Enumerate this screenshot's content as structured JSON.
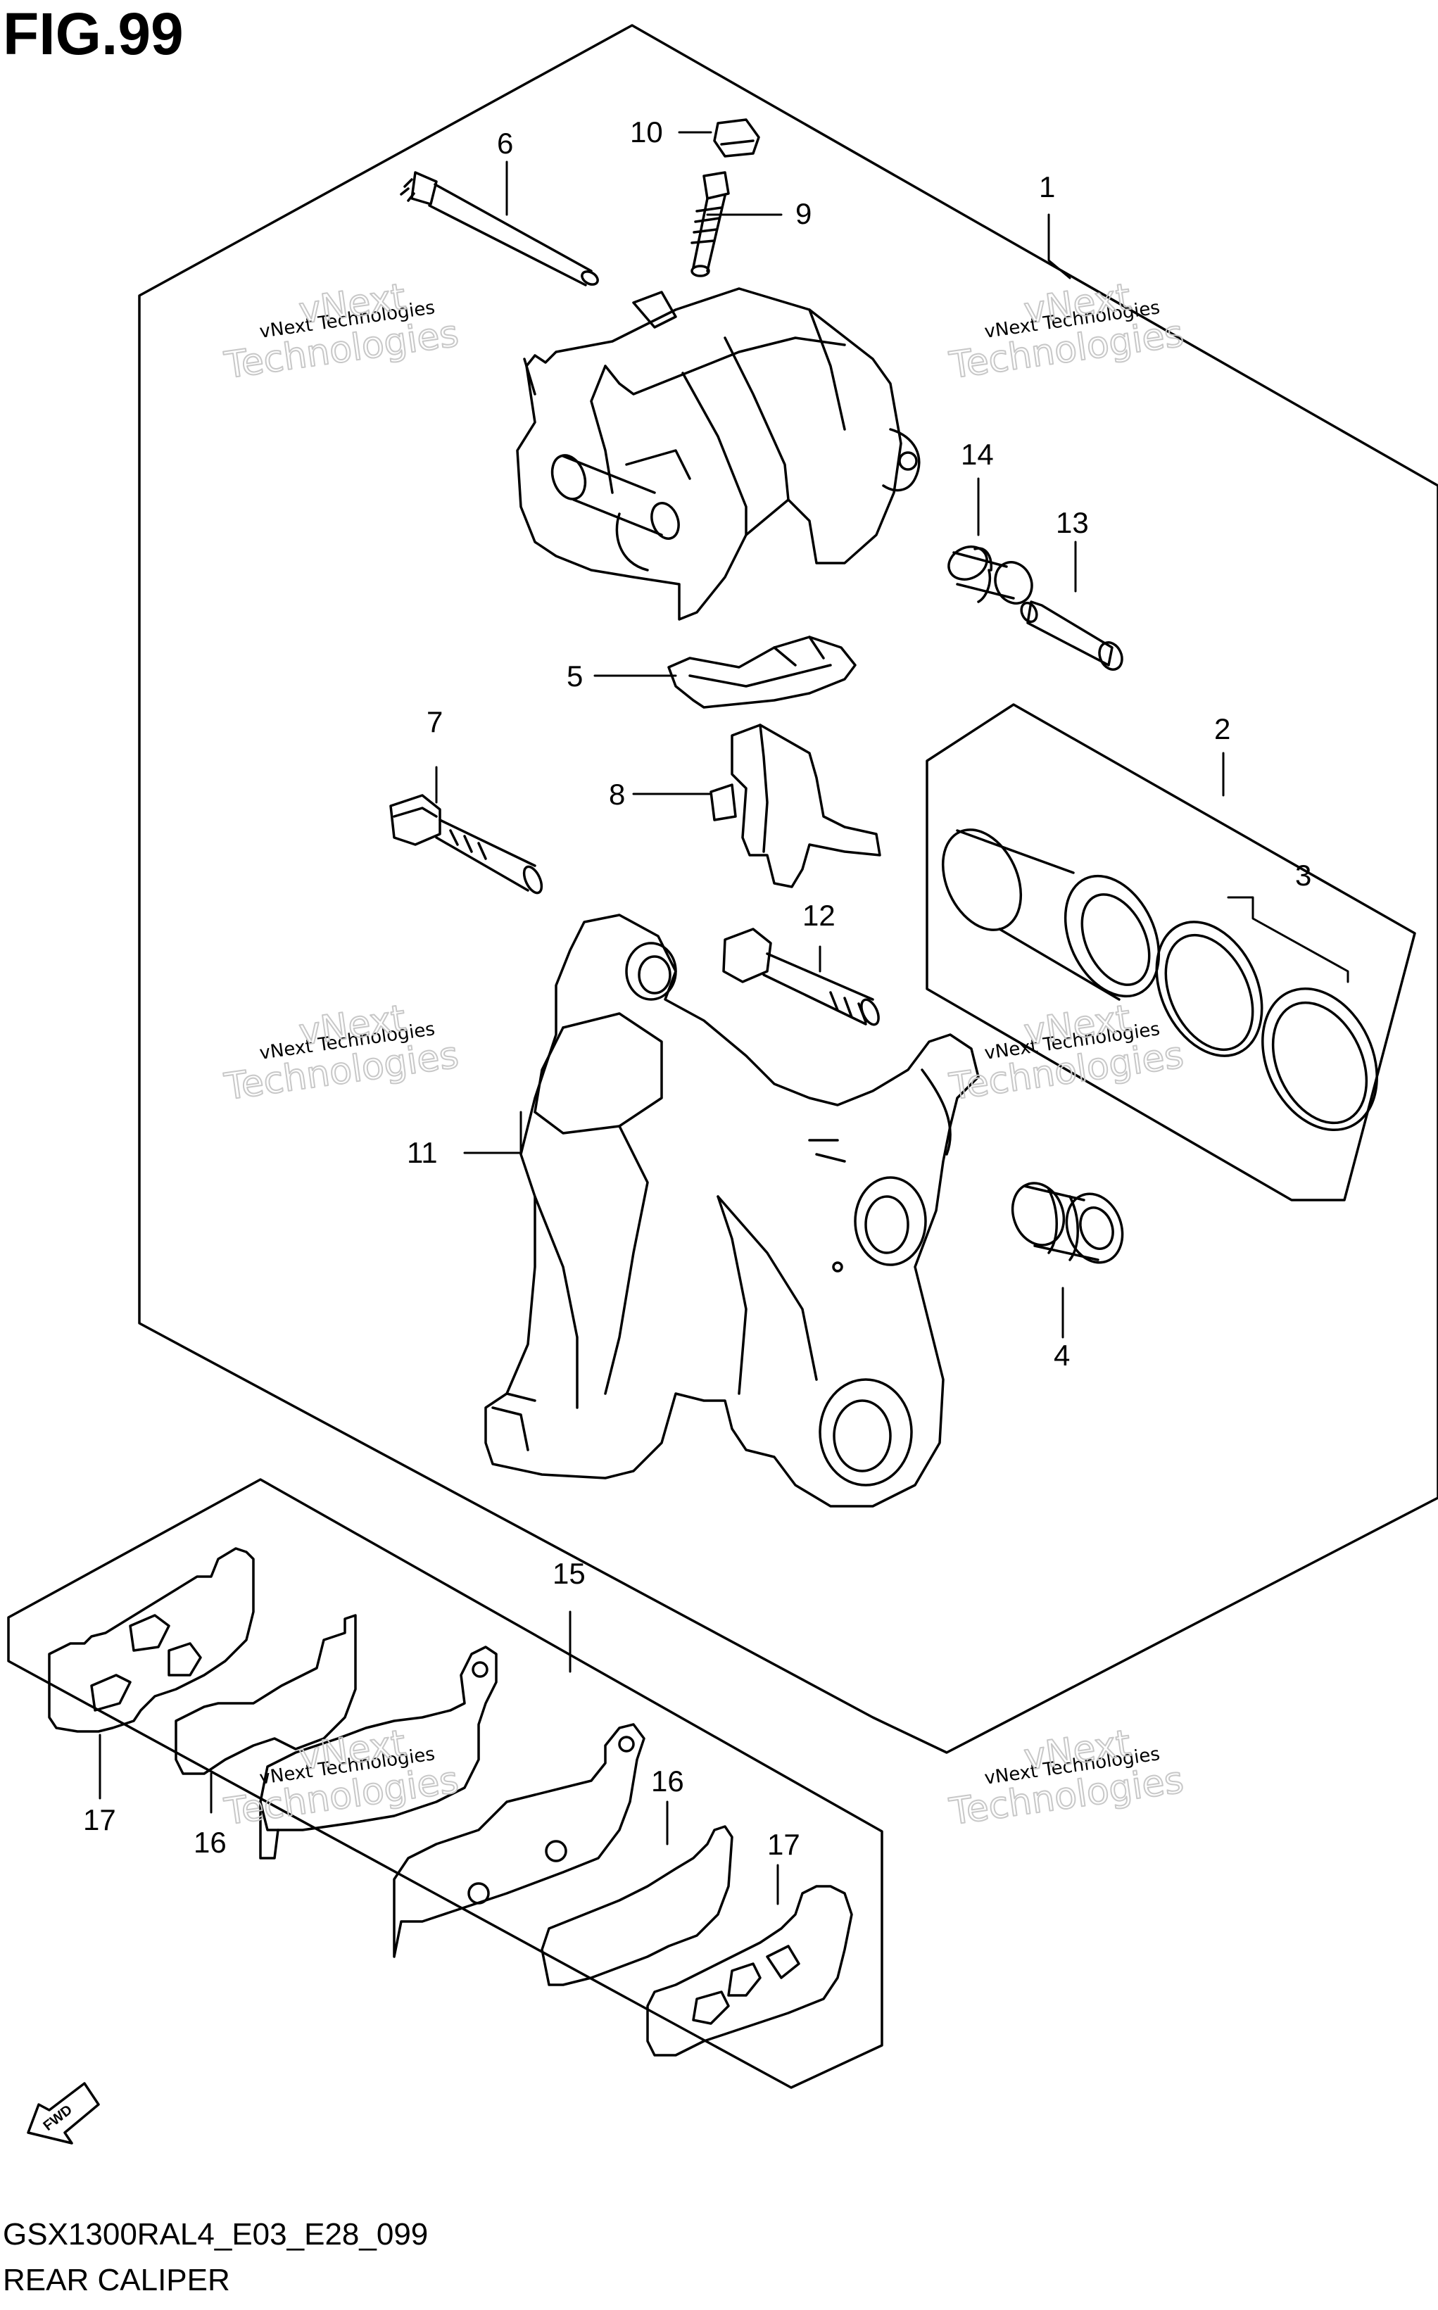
{
  "figure": {
    "title": "FIG.99",
    "code": "GSX1300RAL4_E03_E28_099",
    "name": "REAR CALIPER"
  },
  "watermark": {
    "line1": "vNext Technologies",
    "line2": "vNext",
    "line3": "Technologies"
  },
  "fwd_label": "FWD",
  "callouts": {
    "c1": "1",
    "c2": "2",
    "c3": "3",
    "c4": "4",
    "c5": "5",
    "c6": "6",
    "c7": "7",
    "c8": "8",
    "c9": "9",
    "c10": "10",
    "c11": "11",
    "c12": "12",
    "c13": "13",
    "c14": "14",
    "c15": "15",
    "c16a": "16",
    "c16b": "16",
    "c17a": "17",
    "c17b": "17"
  },
  "colors": {
    "ink": "#000000",
    "paper": "#ffffff",
    "watermark": "#c8c8c8"
  }
}
